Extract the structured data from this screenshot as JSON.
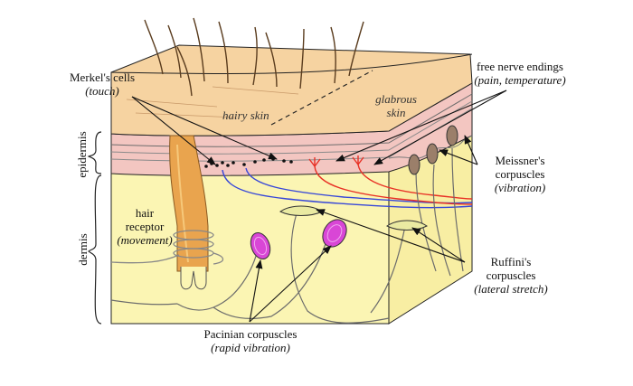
{
  "labels": {
    "merkel_title": "Merkel's cells",
    "merkel_sub": "(touch)",
    "free_title": "free nerve endings",
    "free_sub": "(pain, temperature)",
    "hairy_skin": "hairy skin",
    "glabrous_1": "glabrous",
    "glabrous_2": "skin",
    "epidermis": "epidermis",
    "dermis": "dermis",
    "hair_1": "hair",
    "hair_2": "receptor",
    "hair_sub": "(movement)",
    "meissner_1": "Meissner's",
    "meissner_2": "corpuscles",
    "meissner_sub": "(vibration)",
    "ruffini_1": "Ruffini's",
    "ruffini_2": "corpuscles",
    "ruffini_sub": "(lateral stretch)",
    "pacinian_title": "Pacinian corpuscles",
    "pacinian_sub": "(rapid vibration)"
  },
  "colors": {
    "surface": "#f6d3a1",
    "epidermis": "#f3c6c1",
    "dermis": "#fbf5b3",
    "hair": "#e9a44e",
    "nerve": "#888888",
    "red_nerve": "#e83025",
    "blue_nerve": "#3747d8",
    "pacinian": "#d946d6"
  }
}
